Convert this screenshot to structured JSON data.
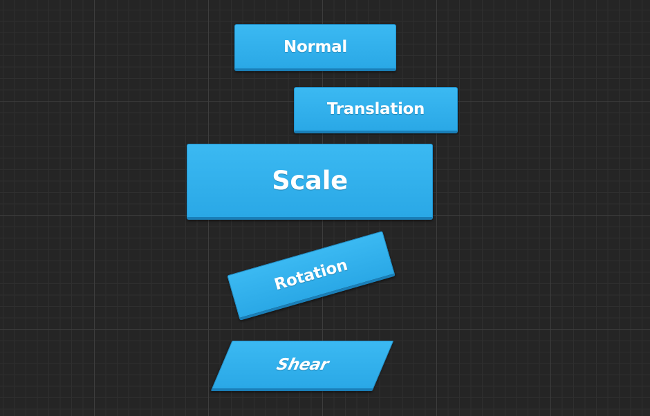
{
  "theme": {
    "background": "#252525",
    "grid_major": "#3d3d3d",
    "grid_minor": "#2f2f2f",
    "button_top": "#3bb9f2",
    "button_bottom": "#2aa8e6",
    "button_border": "#1a7fb8",
    "button_text": "#ffffff"
  },
  "buttons": {
    "normal": {
      "label": "Normal"
    },
    "translation": {
      "label": "Translation"
    },
    "scale": {
      "label": "Scale"
    },
    "rotation": {
      "label": "Rotation"
    },
    "shear": {
      "label": "Shear"
    }
  }
}
